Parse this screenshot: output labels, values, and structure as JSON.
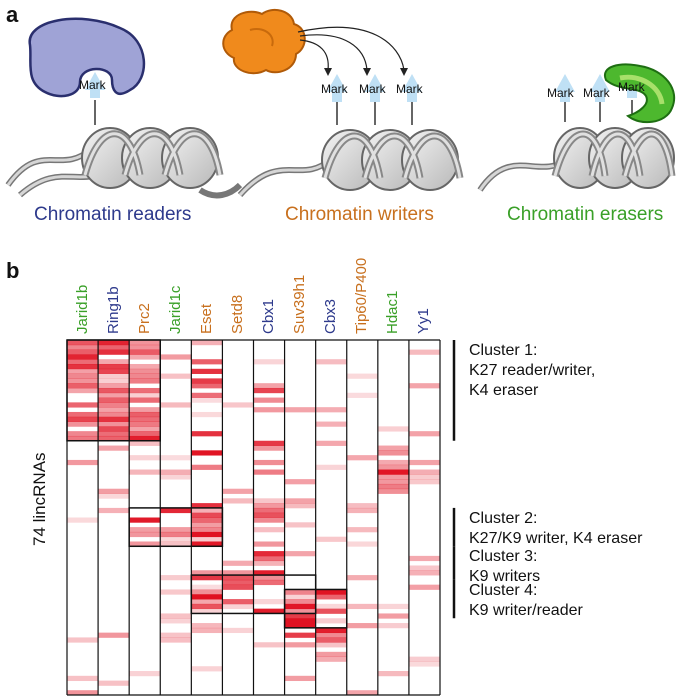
{
  "panels": {
    "a_label": "a",
    "b_label": "b"
  },
  "colors": {
    "reader": "#2e3a8c",
    "writer": "#c8701e",
    "eraser": "#3aa028",
    "heat": "#e01020"
  },
  "panel_a": {
    "mark_label": "Mark",
    "captions": {
      "readers": "Chromatin readers",
      "writers": "Chromatin writers",
      "erasers": "Chromatin erasers"
    }
  },
  "chart_data": {
    "type": "heatmap",
    "ylabel": "74 lincRNAs",
    "row_count": 74,
    "columns": [
      {
        "name": "Jarid1b",
        "role": "eraser"
      },
      {
        "name": "Ring1b",
        "role": "reader"
      },
      {
        "name": "Prc2",
        "role": "writer"
      },
      {
        "name": "Jarid1c",
        "role": "eraser"
      },
      {
        "name": "Eset",
        "role": "writer"
      },
      {
        "name": "Setd8",
        "role": "writer"
      },
      {
        "name": "Cbx1",
        "role": "reader"
      },
      {
        "name": "Suv39h1",
        "role": "writer"
      },
      {
        "name": "Cbx3",
        "role": "reader"
      },
      {
        "name": "Tip60/P400",
        "role": "writer"
      },
      {
        "name": "Hdac1",
        "role": "eraser"
      },
      {
        "name": "Yy1",
        "role": "reader"
      }
    ],
    "clusters": [
      {
        "label": "Cluster 1:",
        "description": [
          "K27 reader/writer,",
          "K4 eraser"
        ],
        "rows": [
          0,
          20
        ]
      },
      {
        "label": "Cluster 2:",
        "description": [
          "K27/K9 writer, K4 eraser"
        ],
        "rows": [
          35,
          42
        ]
      },
      {
        "label": "Cluster 3:",
        "description": [
          "K9 writers"
        ],
        "rows": [
          43,
          49
        ]
      },
      {
        "label": "Cluster 4:",
        "description": [
          "K9 writer/reader"
        ],
        "rows": [
          50,
          57
        ]
      }
    ],
    "boxes": [
      {
        "rows": [
          0,
          20
        ],
        "cols": [
          0,
          2
        ]
      },
      {
        "rows": [
          35,
          42
        ],
        "cols": [
          2,
          4
        ]
      },
      {
        "rows": [
          49,
          56
        ],
        "cols": [
          4,
          7
        ]
      },
      {
        "rows": [
          52,
          59
        ],
        "cols": [
          7,
          8
        ]
      }
    ]
  }
}
